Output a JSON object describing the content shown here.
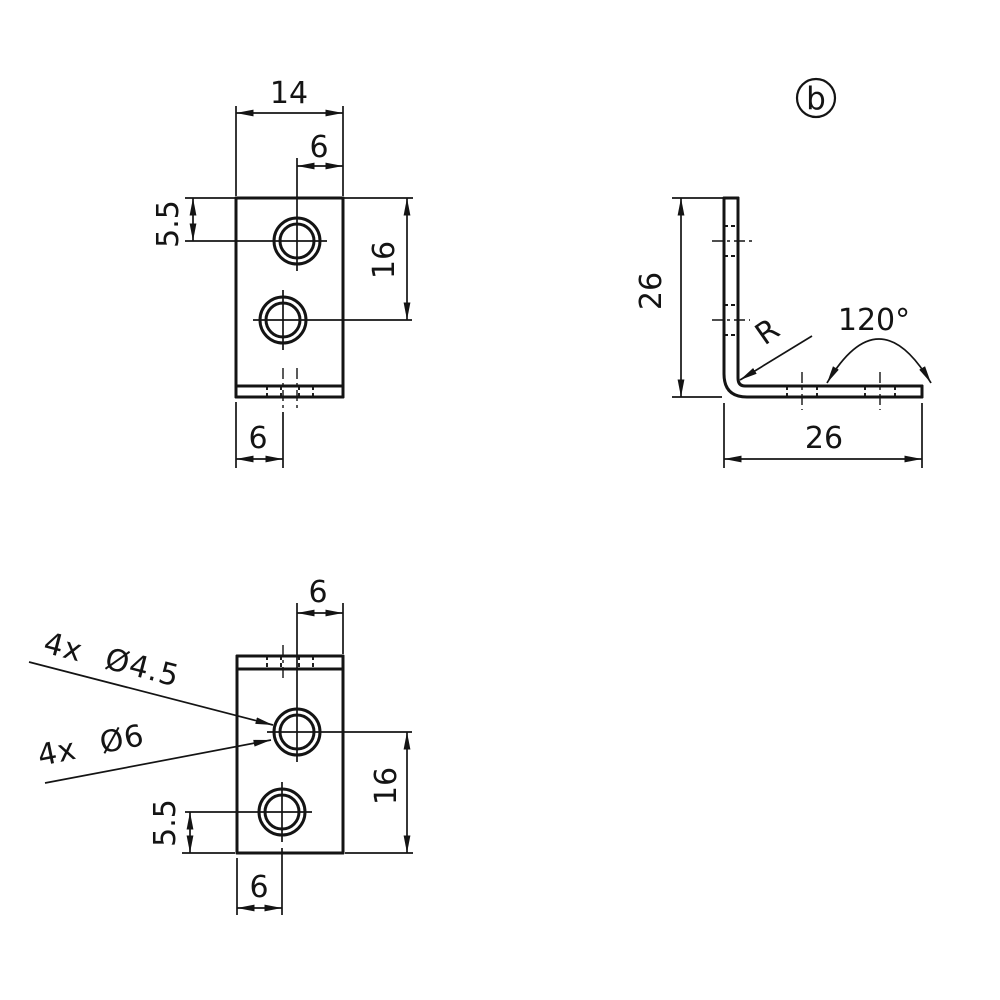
{
  "colors": {
    "ink": "#141414",
    "background": "#ffffff"
  },
  "views": {
    "front_top": {
      "dim_width": "14",
      "dim_hole_to_right_edge": "6",
      "dim_top_edge_to_hole": "5.5",
      "dim_hole_spacing": "16",
      "dim_left_edge_to_hole": "6"
    },
    "side": {
      "view_label": "b",
      "dim_leg_height": "26",
      "dim_leg_length": "26",
      "bend_radius_label": "R",
      "bend_angle": "120°"
    },
    "front_bottom": {
      "dim_hole_to_right_edge": "6",
      "dim_hole_spacing": "16",
      "dim_bottom_edge_to_hole": "5.5",
      "dim_left_edge_to_hole": "6",
      "callout_drill_holes": "4x Ø4.5",
      "callout_countersink_holes": "4x Ø6"
    }
  }
}
